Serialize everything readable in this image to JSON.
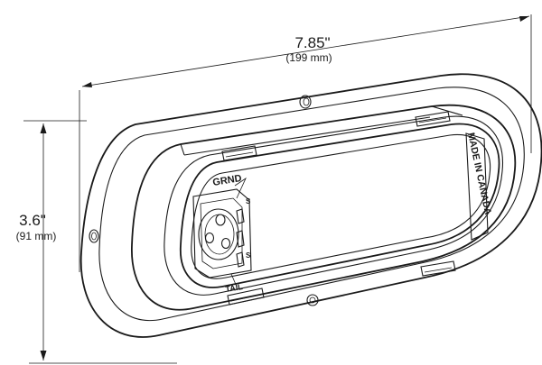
{
  "dimensions": {
    "width": {
      "imperial": "7.85\"",
      "metric": "(199 mm)"
    },
    "height": {
      "imperial": "3.6\"",
      "metric": "(91 mm)"
    }
  },
  "labels": {
    "ground": "GRND",
    "country_marking": "MADE IN CANADA",
    "tail": "TAIL",
    "stop_partial": "S",
    "turn_partial": "S"
  },
  "colors": {
    "line": "#1a1a1a",
    "background": "#ffffff"
  }
}
